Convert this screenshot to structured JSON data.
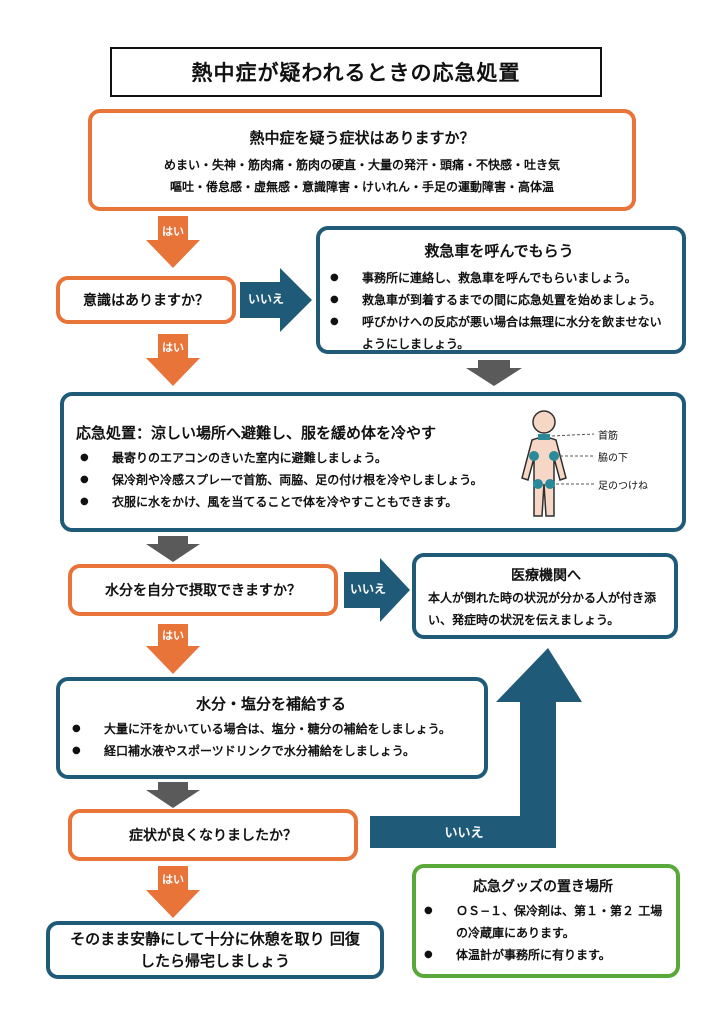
{
  "title": "熱中症が疑われるときの応急処置",
  "step1": {
    "heading": "熱中症を疑う症状はありますか？",
    "line1": "めまい・失神・筋肉痛・筋肉の硬直・大量の発汗・頭痛・不快感・吐き気",
    "line2": "嘔吐・倦怠感・虚無感・意識障害・けいれん・手足の運動障害・高体温"
  },
  "labels": {
    "yes": "はい",
    "no": "いいえ"
  },
  "step2": {
    "question": "意識はありますか？"
  },
  "ambulance": {
    "heading": "救急車を呼んでもらう",
    "items": [
      "事務所に連絡し、救急車を呼んでもらいましょう。",
      "救急車が到着するまでの間に応急処置を始めましょう。",
      "呼びかけへの反応が悪い場合は無理に水分を飲ませない ようにしましょう。"
    ]
  },
  "firstaid": {
    "heading": "応急処置：涼しい場所へ避難し、服を緩め体を冷やす",
    "items": [
      "最寄りのエアコンのきいた室内に避難しましょう。",
      "保冷剤や冷感スプレーで首筋、両脇、足の付け根を冷やしましょう。",
      "衣服に水をかけ、風を当てることで体を冷やすこともできます。"
    ],
    "body_labels": {
      "neck": "首筋",
      "armpit": "脇の下",
      "groin": "足のつけね"
    }
  },
  "step3": {
    "question": "水分を自分で摂取できますか？"
  },
  "medical": {
    "heading": "医療機関へ",
    "text": "本人が倒れた時の状況が分かる人が付き添い、発症時の状況を伝えましょう。"
  },
  "hydrate": {
    "heading": "水分・塩分を補給する",
    "items": [
      "大量に汗をかいている場合は、塩分・糖分の補給をしましょう。",
      "経口補水液やスポーツドリンクで水分補給をしましょう。"
    ]
  },
  "step4": {
    "question": "症状が良くなりましたか？"
  },
  "rest": {
    "text": "そのまま安静にして十分に休憩を取り 回復したら帰宅しましょう"
  },
  "goods": {
    "heading": "応急グッズの置き場所",
    "items": [
      "ＯＳ−１、保冷剤は、第１・第２ 工場の冷蔵庫にあります。",
      "体温計が事務所に有ります。"
    ]
  },
  "colors": {
    "orange": "#e8743a",
    "blue": "#1f5b78",
    "green": "#59a83a",
    "gray": "#5a5a5a"
  }
}
